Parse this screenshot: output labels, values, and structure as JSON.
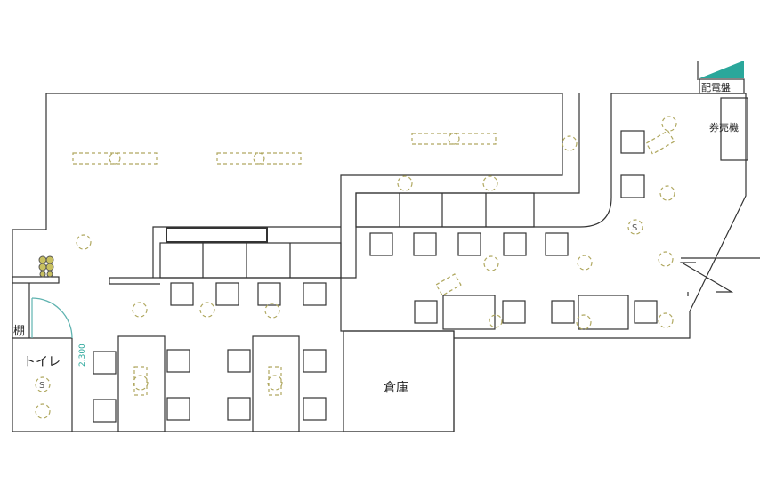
{
  "labels": {
    "panel": "配電盤",
    "ticket_machine": "券売機",
    "shelf": "棚",
    "toilet": "トイレ",
    "door_width": "2,300",
    "storage": "倉庫",
    "sink_1": "S",
    "sink_2": "S"
  },
  "colors": {
    "accent": "#2aa79b",
    "door": "#5fb3b0",
    "light": "#b0a860"
  }
}
